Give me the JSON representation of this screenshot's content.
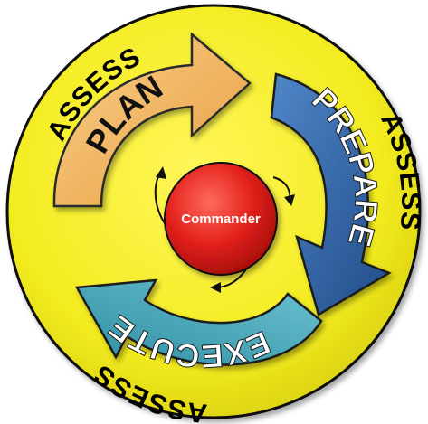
{
  "diagram": {
    "ring_labels": {
      "top_left": "ASSESS",
      "right": "ASSESS",
      "bottom": "ASSESS"
    },
    "arrows": {
      "plan": "PLAN",
      "prepare": "PREPARE",
      "execute": "EXECUTE"
    },
    "center": "Commander",
    "colors": {
      "outer_disc": "#f5ee22",
      "plan_arrow": "#f2b463",
      "prepare_arrow": "#2f62a4",
      "execute_arrow": "#46a7b9",
      "center_circle": "#e3201b",
      "outline": "#111111"
    }
  }
}
